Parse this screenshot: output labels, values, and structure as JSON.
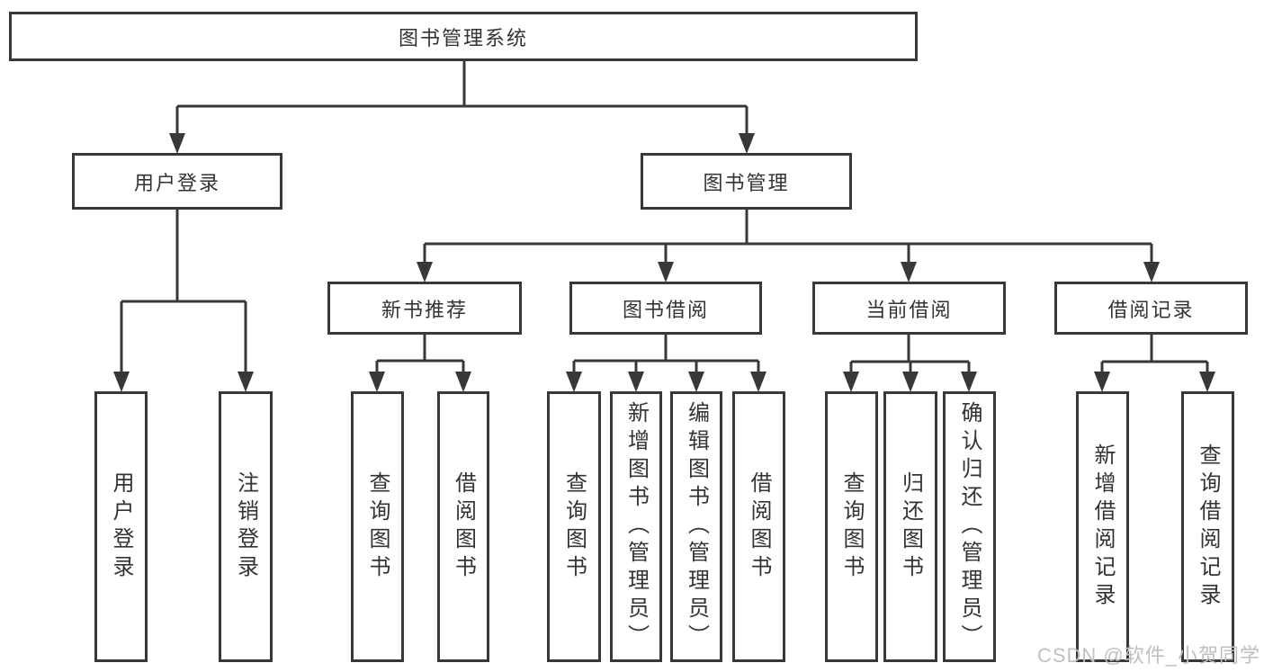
{
  "colors": {
    "line": "#383838",
    "text": "#333333",
    "watermark": "#bfbfbf",
    "background": "#ffffff"
  },
  "watermark": "CSDN @软件_小贺同学",
  "tree": {
    "root": {
      "label": "图书管理系统"
    },
    "branches": [
      {
        "label": "用户登录",
        "children": [
          {
            "label": "用户登录"
          },
          {
            "label": "注销登录"
          }
        ]
      },
      {
        "label": "图书管理",
        "children": [
          {
            "label": "新书推荐",
            "children": [
              {
                "label": "查询图书"
              },
              {
                "label": "借阅图书"
              }
            ]
          },
          {
            "label": "图书借阅",
            "children": [
              {
                "label": "查询图书"
              },
              {
                "label": "新增图书（管理员）"
              },
              {
                "label": "编辑图书（管理员）"
              },
              {
                "label": "借阅图书"
              }
            ]
          },
          {
            "label": "当前借阅",
            "children": [
              {
                "label": "查询图书"
              },
              {
                "label": "归还图书"
              },
              {
                "label": "确认归还（管理员）"
              }
            ]
          },
          {
            "label": "借阅记录",
            "children": [
              {
                "label": "新增借阅记录"
              },
              {
                "label": "查询借阅记录"
              }
            ]
          }
        ]
      }
    ]
  }
}
